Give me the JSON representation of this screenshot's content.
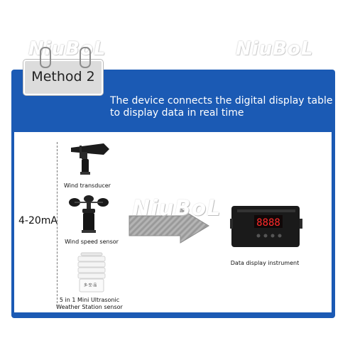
{
  "watermarks": [
    "NiuBoL",
    "NiuBoL",
    "NiuBoL"
  ],
  "method_tab": {
    "label": "Method 2"
  },
  "headline": {
    "line1": "The device connects the digital display table",
    "line2": "to display data in real time"
  },
  "signal_label": "4-20mA",
  "sensors": [
    {
      "caption": "Wind transducer",
      "icon": "wind-vane-icon"
    },
    {
      "caption": "Wind speed sensor",
      "icon": "anemometer-icon"
    },
    {
      "caption_line1": "5 in 1 Mini Ultrasonic",
      "caption_line2": "Weather Station sensor",
      "icon": "weather-station-icon",
      "device_marking": "多·空·品"
    }
  ],
  "instrument": {
    "caption": "Data display instrument",
    "readout": "8888",
    "icon": "display-instrument-icon"
  },
  "colors": {
    "frame_blue": "#1b5ab4",
    "tab_grey": "#dcdcdc",
    "arrow_grey": "#8a8a8a"
  }
}
